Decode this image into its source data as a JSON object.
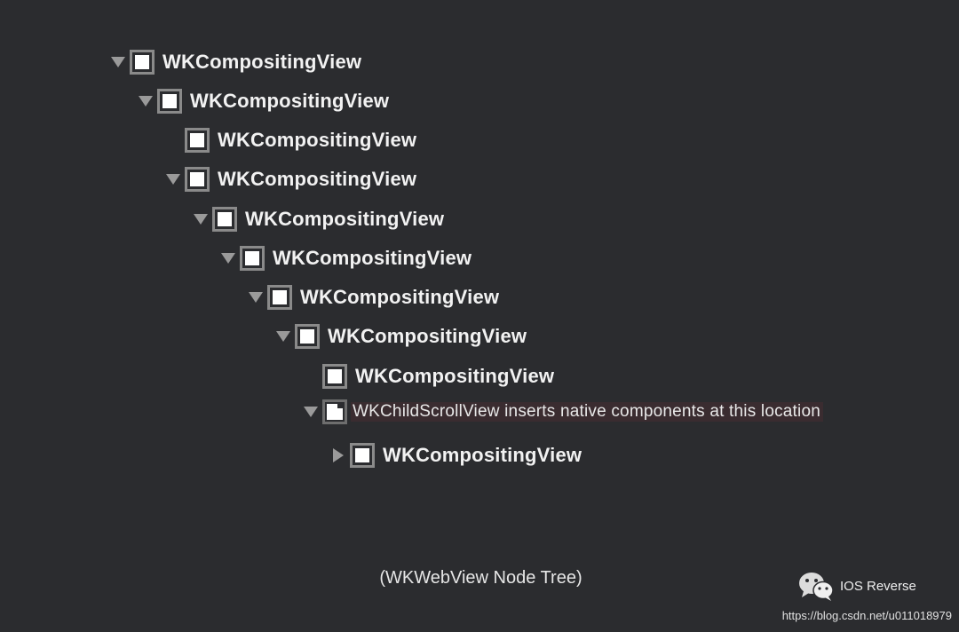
{
  "tree": {
    "nodes": [
      {
        "label": "WKCompositingView",
        "depth": 0,
        "toggle": "expanded"
      },
      {
        "label": "WKCompositingView",
        "depth": 1,
        "toggle": "expanded"
      },
      {
        "label": "WKCompositingView",
        "depth": 2,
        "toggle": "none"
      },
      {
        "label": "WKCompositingView",
        "depth": 2,
        "toggle": "expanded"
      },
      {
        "label": "WKCompositingView",
        "depth": 3,
        "toggle": "expanded"
      },
      {
        "label": "WKCompositingView",
        "depth": 4,
        "toggle": "expanded"
      },
      {
        "label": "WKCompositingView",
        "depth": 5,
        "toggle": "expanded"
      },
      {
        "label": "WKCompositingView",
        "depth": 6,
        "toggle": "expanded"
      },
      {
        "label": "WKCompositingView",
        "depth": 7,
        "toggle": "none"
      },
      {
        "label": "WKChildScrollView inserts native components at this location",
        "depth": 7,
        "toggle": "expanded",
        "note": true
      },
      {
        "label": "WKCompositingView",
        "depth": 8,
        "toggle": "collapsed"
      }
    ]
  },
  "caption": "(WKWebView Node Tree)",
  "watermark": {
    "icon": "wechat-icon",
    "name": "IOS Reverse"
  },
  "source_url": "https://blog.csdn.net/u011018979",
  "colors": {
    "background": "#2b2c2f",
    "text": "#f2f2f2",
    "triangle": "#9a9a9a",
    "box_border": "#8a8a8a"
  }
}
